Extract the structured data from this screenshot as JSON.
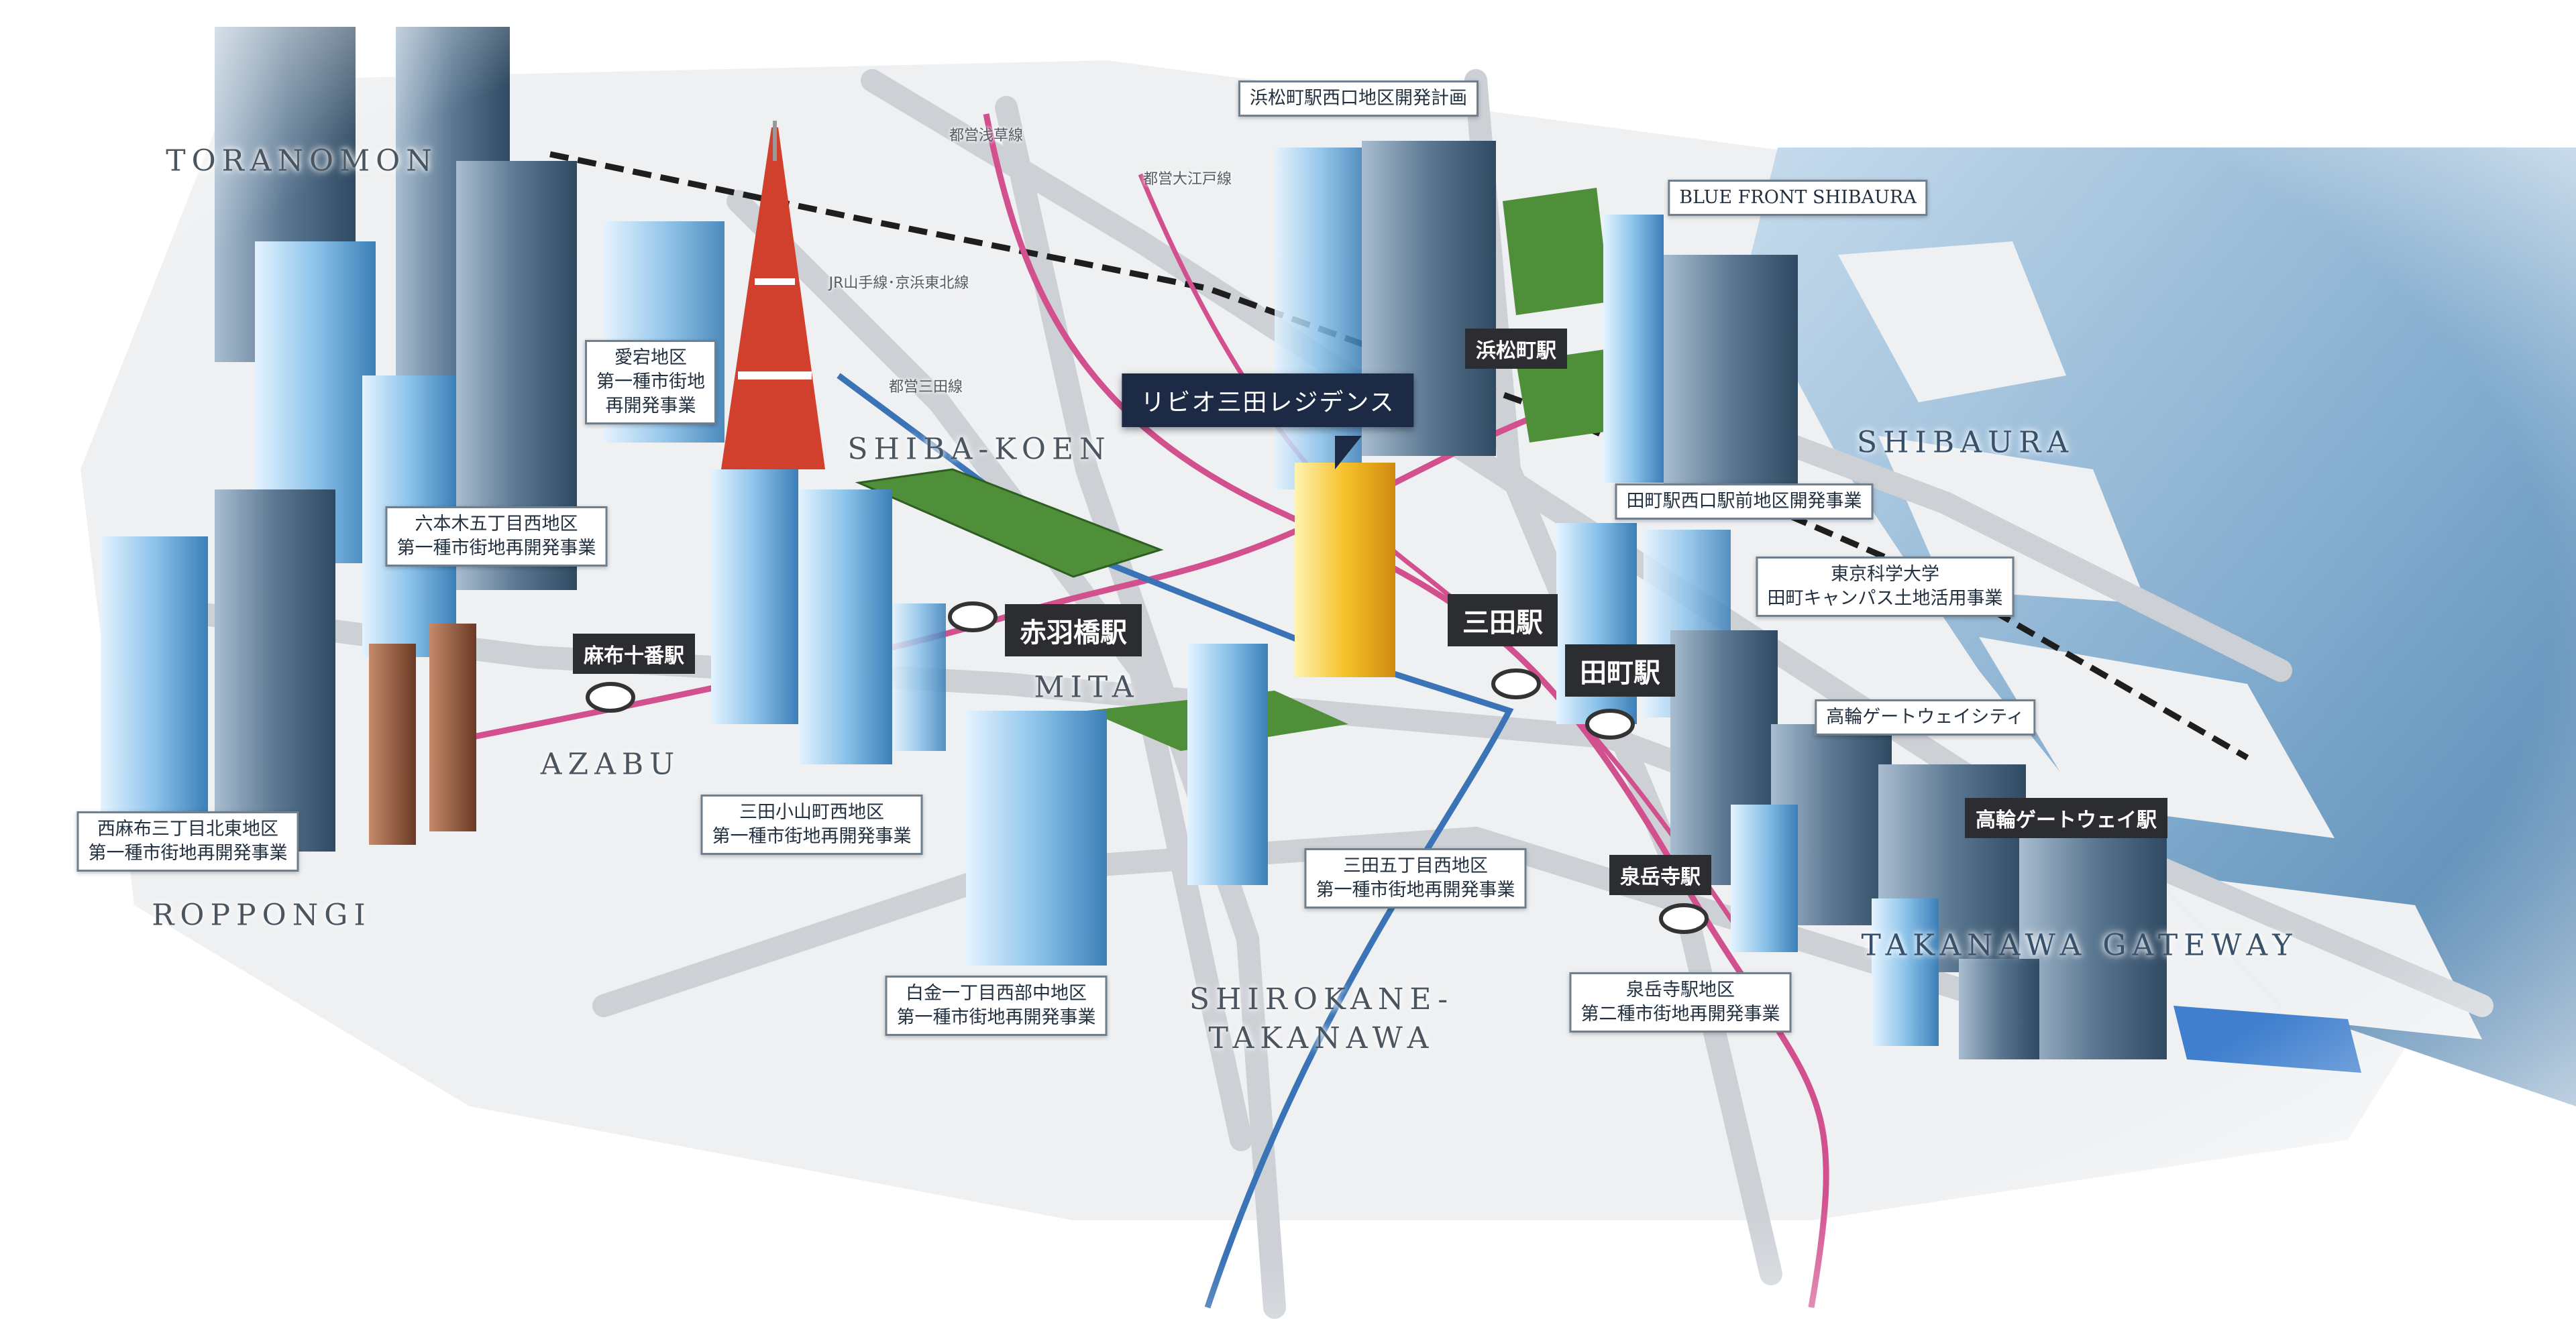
{
  "map": {
    "areas": [
      {
        "id": "toranomon",
        "text": "TORANOMON"
      },
      {
        "id": "roppongi",
        "text": "ROPPONGI"
      },
      {
        "id": "azabu",
        "text": "AZABU"
      },
      {
        "id": "shiba-koen",
        "text": "SHIBA-KOEN"
      },
      {
        "id": "mita",
        "text": "MITA"
      },
      {
        "id": "shibaura",
        "text": "SHIBAURA"
      },
      {
        "id": "shirokane",
        "text": "SHIROKANE-\nTAKANAWA"
      },
      {
        "id": "takanawa-gateway",
        "text": "TAKANAWA GATEWAY"
      }
    ],
    "lines": [
      {
        "id": "toei-asakusa",
        "text": "都営浅草線"
      },
      {
        "id": "toei-oedo",
        "text": "都営大江戸線"
      },
      {
        "id": "jr",
        "text": "JR山手線･京浜東北線"
      },
      {
        "id": "toei-mita",
        "text": "都営三田線"
      }
    ],
    "stations": [
      {
        "id": "azabu-juban",
        "text": "麻布十番駅"
      },
      {
        "id": "akabanebashi",
        "text": "赤羽橋駅"
      },
      {
        "id": "mita",
        "text": "三田駅"
      },
      {
        "id": "tamachi",
        "text": "田町駅"
      },
      {
        "id": "hamamatsucho",
        "text": "浜松町駅"
      },
      {
        "id": "sengakuji",
        "text": "泉岳寺駅"
      },
      {
        "id": "takanawa-gateway",
        "text": "高輪ゲートウェイ駅"
      }
    ],
    "projects": [
      {
        "id": "hamamatsucho-west",
        "text": "浜松町駅西口地区開発計画"
      },
      {
        "id": "blue-front",
        "text": "BLUE FRONT SHIBAURA"
      },
      {
        "id": "atago",
        "text": "愛宕地区\n第一種市街地\n再開発事業"
      },
      {
        "id": "roppongi5",
        "text": "六本木五丁目西地区\n第一種市街地再開発事業"
      },
      {
        "id": "nishiazabu",
        "text": "西麻布三丁目北東地区\n第一種市街地再開発事業"
      },
      {
        "id": "mita-koyama",
        "text": "三田小山町西地区\n第一種市街地再開発事業"
      },
      {
        "id": "tamachi-west",
        "text": "田町駅西口駅前地区開発事業"
      },
      {
        "id": "tokyo-sci",
        "text": "東京科学大学\n田町キャンパス土地活用事業"
      },
      {
        "id": "takanawa-city",
        "text": "高輪ゲートウェイシティ"
      },
      {
        "id": "mita5",
        "text": "三田五丁目西地区\n第一種市街地再開発事業"
      },
      {
        "id": "shirokane1",
        "text": "白金一丁目西部中地区\n第一種市街地再開発事業"
      },
      {
        "id": "sengakuji-area",
        "text": "泉岳寺駅地区\n第二種市街地再開発事業"
      }
    ],
    "residence": {
      "text": "リビオ三田レジデンス"
    },
    "colors": {
      "water": "#9fc4dd",
      "road": "#cdd1d6",
      "jr_line": "#1e1e1e",
      "oedo_line": "#d2508e",
      "mita_line": "#3b74b6",
      "park": "#4f8f3a",
      "highlight": "#f3b21b",
      "building": "#7fb3dc"
    }
  }
}
